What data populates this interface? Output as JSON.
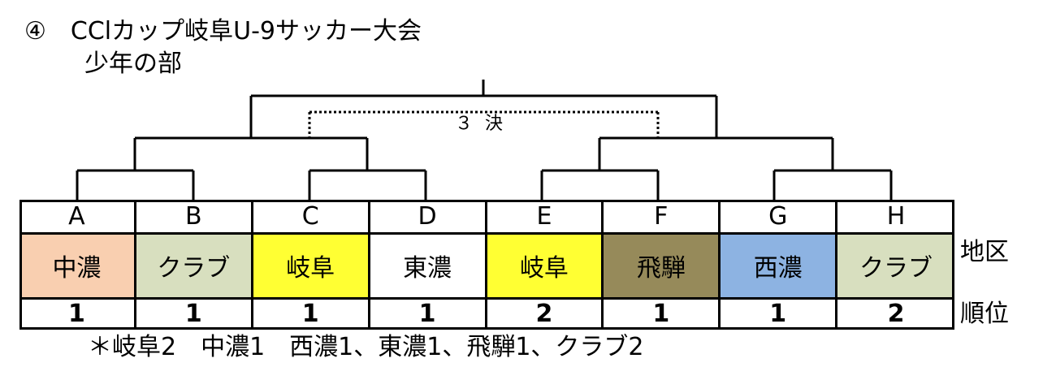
{
  "header": {
    "title": "④　CClカップ岐阜U-9サッカー大会",
    "subtitle": "少年の部"
  },
  "bracket": {
    "third_place_label": "３ 決"
  },
  "teams": [
    {
      "code": "A",
      "region": "中濃",
      "rank": "1",
      "color": "#f9cfb0"
    },
    {
      "code": "B",
      "region": "クラブ",
      "rank": "1",
      "color": "#d8dfbf"
    },
    {
      "code": "C",
      "region": "岐阜",
      "rank": "1",
      "color": "#ffff33"
    },
    {
      "code": "D",
      "region": "東濃",
      "rank": "1",
      "color": "#ffffff"
    },
    {
      "code": "E",
      "region": "岐阜",
      "rank": "2",
      "color": "#ffff33"
    },
    {
      "code": "F",
      "region": "飛騨",
      "rank": "1",
      "color": "#968a5a"
    },
    {
      "code": "G",
      "region": "西濃",
      "rank": "1",
      "color": "#8db3e2"
    },
    {
      "code": "H",
      "region": "クラブ",
      "rank": "2",
      "color": "#d8dfbf"
    }
  ],
  "side_labels": {
    "region": "地区",
    "rank": "順位"
  },
  "footnote": "＊岐阜2　中濃1　西濃1、東濃1、飛騨1、クラブ2"
}
